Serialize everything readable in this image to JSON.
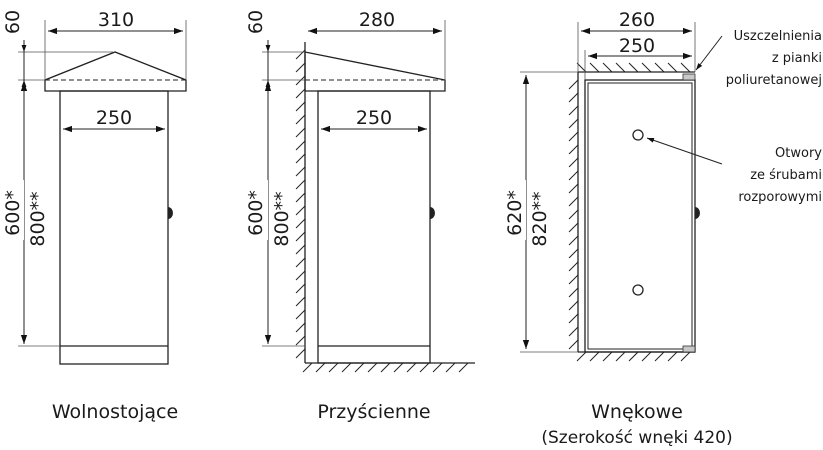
{
  "diagrams": [
    {
      "caption": "Wolnostojące",
      "dims": {
        "top_width": "310",
        "body_width": "250",
        "roof_height": "60",
        "height_a": "600*",
        "height_b": "800**"
      }
    },
    {
      "caption": "Przyścienne",
      "dims": {
        "top_width": "280",
        "body_width": "250",
        "roof_height": "60",
        "height_a": "600*",
        "height_b": "800**"
      }
    },
    {
      "caption": "Wnękowe",
      "subcaption": "(Szerokość wnęki 420)",
      "dims": {
        "outer_width": "260",
        "inner_width": "250",
        "height_a": "620*",
        "height_b": "820**"
      },
      "notes": {
        "seal": [
          "Uszczelnienia",
          "z pianki",
          "poliuretanowej"
        ],
        "holes": [
          "Otwory",
          "ze śrubami",
          "rozporowymi"
        ]
      }
    }
  ]
}
